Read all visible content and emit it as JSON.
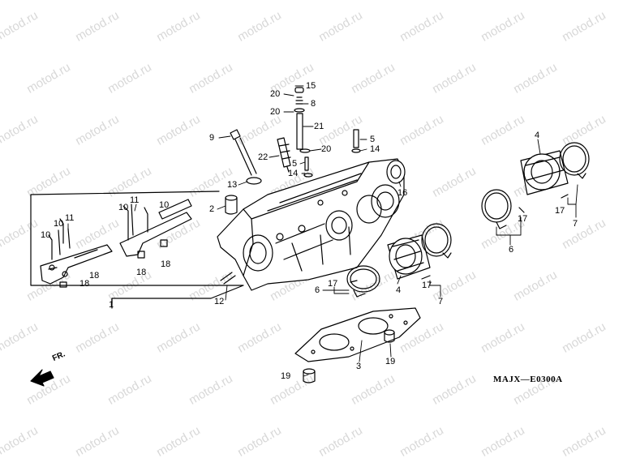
{
  "watermark": "motod.ru",
  "diagram_code": "MAJX—E0300A",
  "front_label": "FR.",
  "callouts": [
    {
      "id": "c1",
      "text": "1"
    },
    {
      "id": "c2",
      "text": "2"
    },
    {
      "id": "c3",
      "text": "3"
    },
    {
      "id": "c4a",
      "text": "4"
    },
    {
      "id": "c4b",
      "text": "4"
    },
    {
      "id": "c5a",
      "text": "5"
    },
    {
      "id": "c5b",
      "text": "5"
    },
    {
      "id": "c6a",
      "text": "6"
    },
    {
      "id": "c6b",
      "text": "6"
    },
    {
      "id": "c7a",
      "text": "7"
    },
    {
      "id": "c7b",
      "text": "7"
    },
    {
      "id": "c8",
      "text": "8"
    },
    {
      "id": "c9",
      "text": "9"
    },
    {
      "id": "c10a",
      "text": "10"
    },
    {
      "id": "c10b",
      "text": "10"
    },
    {
      "id": "c10c",
      "text": "10"
    },
    {
      "id": "c10d",
      "text": "10"
    },
    {
      "id": "c11a",
      "text": "11"
    },
    {
      "id": "c11b",
      "text": "11"
    },
    {
      "id": "c12",
      "text": "12"
    },
    {
      "id": "c13",
      "text": "13"
    },
    {
      "id": "c14a",
      "text": "14"
    },
    {
      "id": "c14b",
      "text": "14"
    },
    {
      "id": "c15",
      "text": "15"
    },
    {
      "id": "c16",
      "text": "16"
    },
    {
      "id": "c17a",
      "text": "17"
    },
    {
      "id": "c17b",
      "text": "17"
    },
    {
      "id": "c17c",
      "text": "17"
    },
    {
      "id": "c17d",
      "text": "17"
    },
    {
      "id": "c18a",
      "text": "18"
    },
    {
      "id": "c18b",
      "text": "18"
    },
    {
      "id": "c18c",
      "text": "18"
    },
    {
      "id": "c18d",
      "text": "18"
    },
    {
      "id": "c19a",
      "text": "19"
    },
    {
      "id": "c19b",
      "text": "19"
    },
    {
      "id": "c20a",
      "text": "20"
    },
    {
      "id": "c20b",
      "text": "20"
    },
    {
      "id": "c20c",
      "text": "20"
    },
    {
      "id": "c21",
      "text": "21"
    },
    {
      "id": "c22",
      "text": "22"
    }
  ]
}
